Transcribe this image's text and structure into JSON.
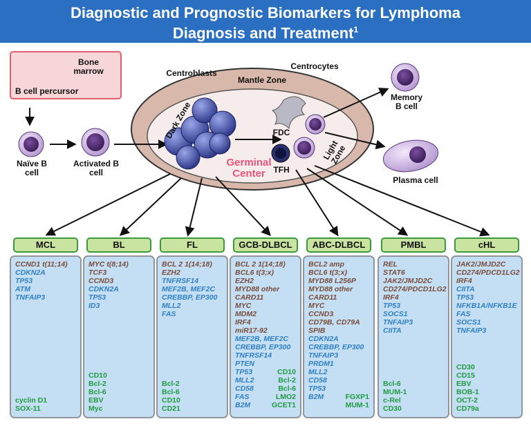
{
  "header": {
    "title_line1": "Diagnostic and Prognostic Biomarkers for Lymphoma",
    "title_line2": "Diagnosis and Treatment",
    "superscript": "1"
  },
  "diagram": {
    "bone_marrow": "Bone marrow",
    "b_cell_precursor": "B cell percursor",
    "naive": "Naïve B cell",
    "activated": "Activated B cell",
    "centroblasts": "Centroblasts",
    "centrocytes": "Centrocytes",
    "mantle_zone": "Mantle Zone",
    "dark_zone": "Dark Zone",
    "light_zone": "Light Zone",
    "fdc": "FDC",
    "tfh": "TFH",
    "germinal_center": "Germinal Center",
    "memory": "Memory B cell",
    "plasma": "Plasma cell"
  },
  "lymphomas": [
    {
      "name": "MCL",
      "genes": [
        [
          "CCND1 t(11;14)",
          "g"
        ],
        [
          "CDKN2A",
          "b"
        ],
        [
          "TP53",
          "b"
        ],
        [
          "ATM",
          "b"
        ],
        [
          "TNFAIP3",
          "b"
        ]
      ],
      "markers": [
        "cyclin D1",
        "SOX-11"
      ]
    },
    {
      "name": "BL",
      "genes": [
        [
          "MYC t(8;14)",
          "g"
        ],
        [
          "TCF3",
          "g"
        ],
        [
          "CCND3",
          "g"
        ],
        [
          "CDKN2A",
          "b"
        ],
        [
          "TP53",
          "b"
        ],
        [
          "ID3",
          "b"
        ]
      ],
      "markers": [
        "CD10",
        "Bcl-2",
        "Bcl-6",
        "EBV",
        "Myc"
      ]
    },
    {
      "name": "FL",
      "genes": [
        [
          "BCL 2 1(14;18)",
          "g"
        ],
        [
          "EZH2",
          "g"
        ],
        [
          "TNFRSF14",
          "b"
        ],
        [
          "MEF2B, MEF2C",
          "b"
        ],
        [
          "CREBBP, EP300",
          "b"
        ],
        [
          "MLL2",
          "b"
        ],
        [
          "FAS",
          "b"
        ]
      ],
      "markers": [
        "Bcl-2",
        "Bcl-6",
        "CD10",
        "CD21"
      ]
    },
    {
      "name": "GCB-DLBCL",
      "genes": [
        [
          "BCL 2 1(14;18)",
          "g"
        ],
        [
          "BCL6 t(3;x)",
          "g"
        ],
        [
          "EZH2",
          "g"
        ],
        [
          "MYD88 other",
          "g"
        ],
        [
          "CARD11",
          "g"
        ],
        [
          "MYC",
          "g"
        ],
        [
          "MDM2",
          "g"
        ],
        [
          "IRF4",
          "g"
        ],
        [
          "miR17-92",
          "g"
        ],
        [
          "MEF2B, MEF2C",
          "b"
        ],
        [
          "CREBBP, EP300",
          "b"
        ],
        [
          "TNFRSF14",
          "b"
        ],
        [
          "PTEN",
          "b"
        ]
      ],
      "pairs": [
        [
          "TP53",
          "CD10"
        ],
        [
          "MLL2",
          "Bcl-2"
        ],
        [
          "CD58",
          "Bcl-6"
        ],
        [
          "FAS",
          "LMO2"
        ],
        [
          "B2M",
          "GCET1"
        ]
      ]
    },
    {
      "name": "ABC-DLBCL",
      "genes": [
        [
          "BCL2 amp",
          "g"
        ],
        [
          "BCL6 t(3;x)",
          "g"
        ],
        [
          "MYD88 L256P",
          "g"
        ],
        [
          "MYD88 other",
          "g"
        ],
        [
          "CARD11",
          "g"
        ],
        [
          "MYC",
          "g"
        ],
        [
          "CCND3",
          "g"
        ],
        [
          "CD79B, CD79A",
          "g"
        ],
        [
          "SPIB",
          "g"
        ],
        [
          "CDKN2A",
          "b"
        ],
        [
          "CREBBP, EP300",
          "b"
        ],
        [
          "TNFAIP3",
          "b"
        ],
        [
          "PRDM1",
          "b"
        ],
        [
          "MLL2",
          "b"
        ],
        [
          "CD58",
          "b"
        ],
        [
          "TP53",
          "b"
        ]
      ],
      "pairs": [
        [
          "B2M",
          "FGXP1"
        ],
        [
          "",
          "MUM-1"
        ]
      ]
    },
    {
      "name": "PMBL",
      "genes": [
        [
          "REL",
          "g"
        ],
        [
          "STAT6",
          "g"
        ],
        [
          "JAK2/JMJD2C",
          "g"
        ],
        [
          "CD274/PDCD1LG2",
          "g"
        ],
        [
          "IRF4",
          "g"
        ],
        [
          "TP53",
          "b"
        ],
        [
          "SOCS1",
          "b"
        ],
        [
          "TNFAIP3",
          "b"
        ],
        [
          "CIITA",
          "b"
        ]
      ],
      "markers": [
        "Bcl-6",
        "MUM-1",
        "c-Rel",
        "CD30"
      ]
    },
    {
      "name": "cHL",
      "genes": [
        [
          "JAK2/JMJD2C",
          "g"
        ],
        [
          "CD274/PDCD1LG2",
          "g"
        ],
        [
          "IRF4",
          "g"
        ],
        [
          "CIITA",
          "b"
        ],
        [
          "TP53",
          "b"
        ],
        [
          "NFKB1A/NFKB1E",
          "b"
        ],
        [
          "FAS",
          "b"
        ],
        [
          "SOCS1",
          "b"
        ],
        [
          "TNFAIP3",
          "b"
        ]
      ],
      "markers": [
        "CD30",
        "CD15",
        "EBV",
        "BOB-1",
        "OCT-2",
        "CD79a"
      ]
    }
  ],
  "colors": {
    "header": "#2a6fc1",
    "gene_gain": "#7a4b3a",
    "gene_loss": "#2f7fc4",
    "marker": "#1e9a3e",
    "tab": "#c9e3a0",
    "column": "#c4dff4"
  }
}
